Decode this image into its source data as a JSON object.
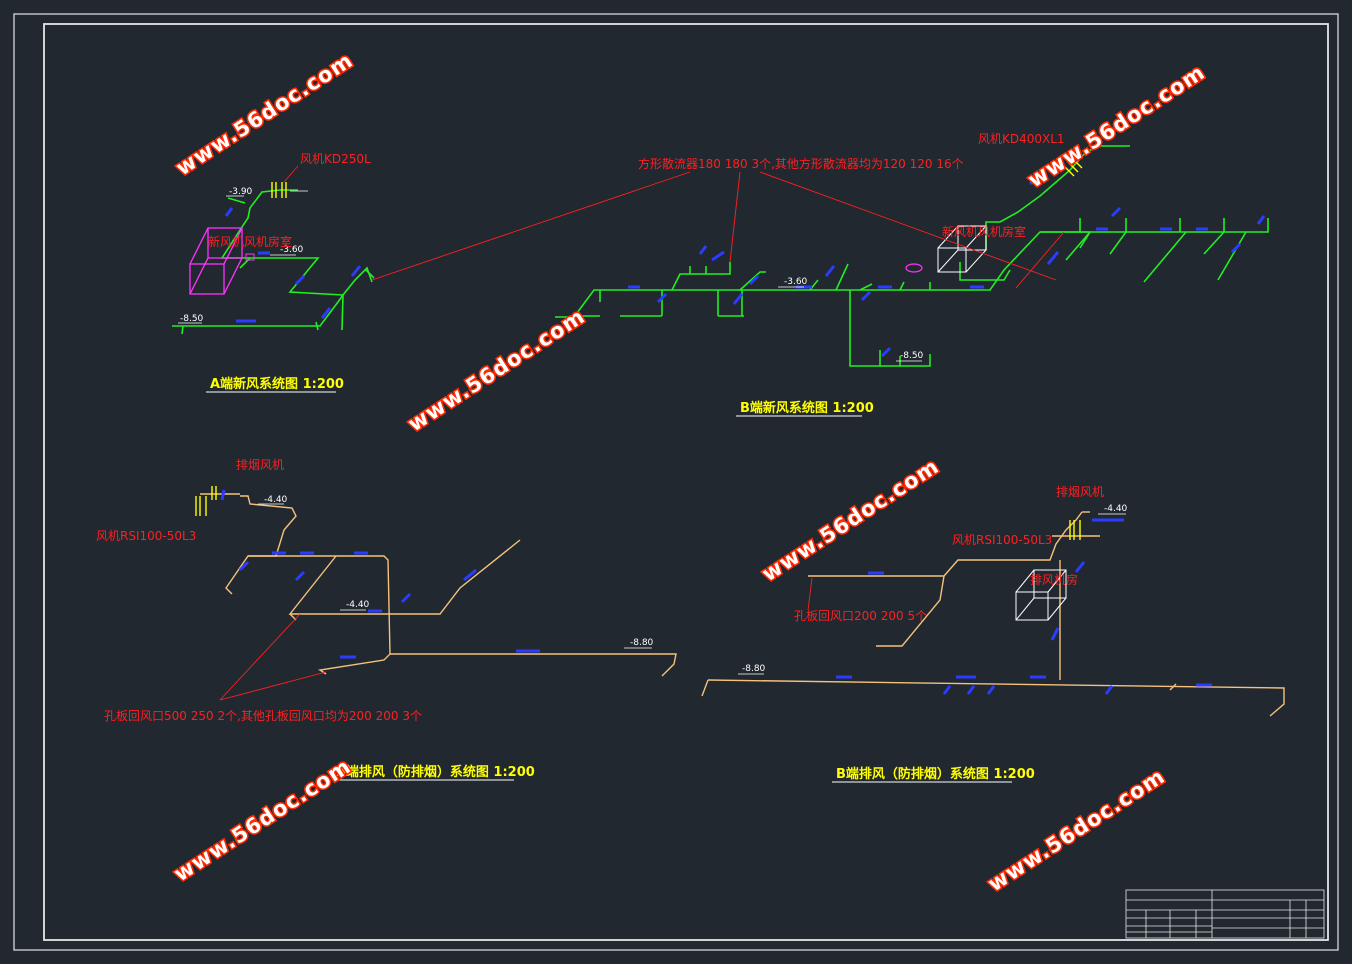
{
  "diagrams": [
    {
      "id": "a-fresh-air",
      "title": "A端新风系统图   1:200"
    },
    {
      "id": "b-fresh-air",
      "title": "B端新风系统图   1:200"
    },
    {
      "id": "b-exhaust-left",
      "title": "B端排风（防排烟）系统图   1:200"
    },
    {
      "id": "b-exhaust-right",
      "title": "B端排风（防排烟）系统图   1:200"
    }
  ],
  "labels": {
    "fan_kd250l": "风机KD250L",
    "fan_kd400xl1": "风机KD400XL1",
    "diffuser_note": "方形散流器180    180   3个,其他方形散流器均为120   120   16个",
    "room_a": "新风机风机房室",
    "room_b": "新风机风机房室",
    "exhaust_fan_1": "排烟风机",
    "fan_rsi_1": "风机RSI100-50L3",
    "exhaust_fan_2": "排烟风机",
    "fan_rsi_2": "风机RSI100-50L3",
    "room_c": "排风机房",
    "grille_note_1": "孔板回风口500    250   2个,其他孔板回风口均为200   200   3个",
    "grille_note_2": "孔板回风口200    200   5个"
  },
  "elevations": {
    "a_top": "-3.90",
    "a_mid": "-3.60",
    "a_low": "-8.50",
    "b_mid": "-3.60",
    "b_low": "-8.50",
    "e1_top": "-4.40",
    "e1_mid": "-4.40",
    "e1_low": "-8.80",
    "e2_top": "-4.40",
    "e2_low": "-8.80"
  },
  "watermark": "www.56doc.com",
  "colors": {
    "background": "#212830",
    "frame": "#e6e6e6",
    "fresh_air_duct": "#22ee22",
    "exhaust_duct": "#f4c27c",
    "size_tag": "#2a3cff",
    "leader": "#ff2020",
    "title": "#ffff00",
    "room_box_a": "#ff33ff",
    "watermark_outline": "#ff2a00"
  }
}
